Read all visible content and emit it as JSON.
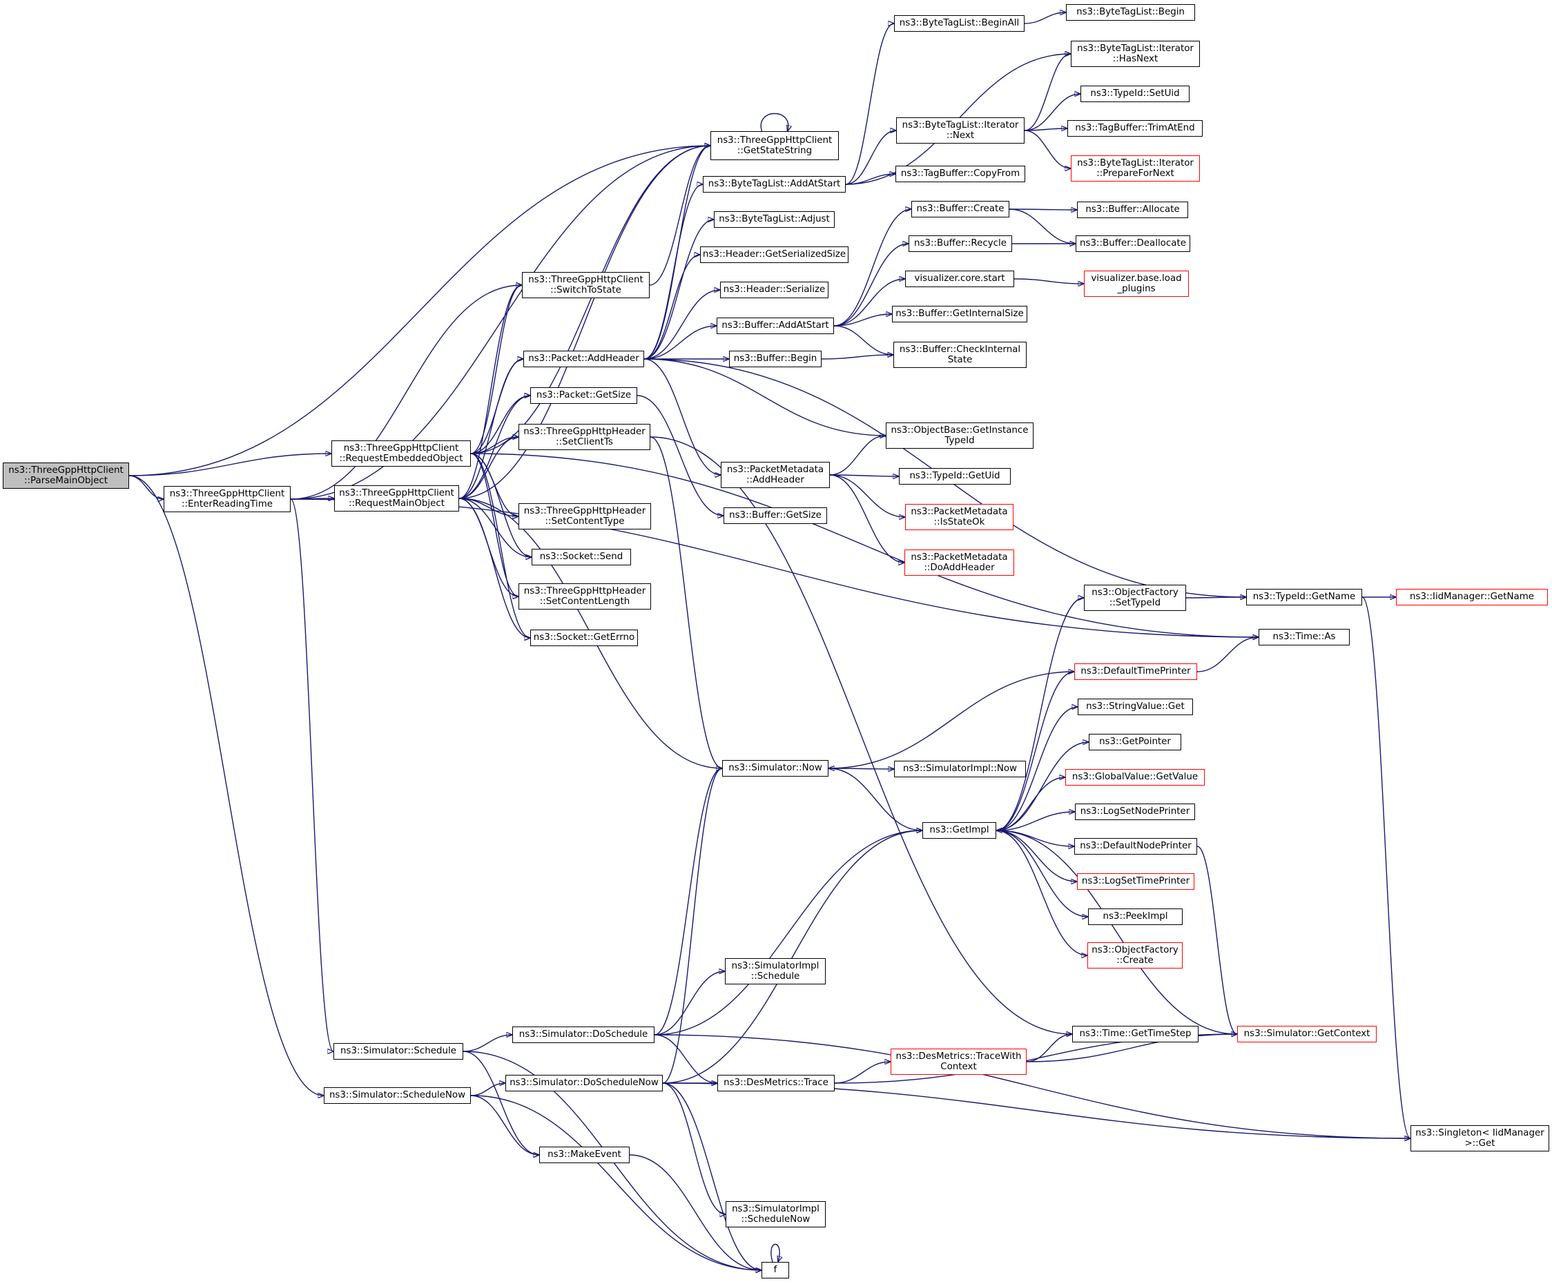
{
  "graph": {
    "edge_color": "#191970",
    "node_border_default": "#000000",
    "node_border_truncated": "#ff0000",
    "root_fill": "#bfbfbf",
    "nodes": [
      {
        "id": "n0",
        "lines": [
          "ns3::ThreeGppHttpClient",
          "::ParseMainObject"
        ],
        "root": true
      },
      {
        "id": "n1",
        "lines": [
          "ns3::ThreeGppHttpClient",
          "::GetStateString"
        ]
      },
      {
        "id": "n2",
        "lines": [
          "ns3::ThreeGppHttpClient",
          "::RequestEmbeddedObject"
        ]
      },
      {
        "id": "n3",
        "lines": [
          "ns3::ThreeGppHttpClient",
          "::EnterReadingTime"
        ]
      },
      {
        "id": "n4",
        "lines": [
          "ns3::ThreeGppHttpClient",
          "::RequestMainObject"
        ]
      },
      {
        "id": "n5",
        "lines": [
          "ns3::ThreeGppHttpClient",
          "::SwitchToState"
        ]
      },
      {
        "id": "n6",
        "lines": [
          "ns3::Packet::AddHeader"
        ]
      },
      {
        "id": "n7",
        "lines": [
          "ns3::Packet::GetSize"
        ]
      },
      {
        "id": "n8",
        "lines": [
          "ns3::ThreeGppHttpHeader",
          "::SetClientTs"
        ]
      },
      {
        "id": "n9",
        "lines": [
          "ns3::ThreeGppHttpHeader",
          "::SetContentType"
        ]
      },
      {
        "id": "n10",
        "lines": [
          "ns3::Socket::Send"
        ]
      },
      {
        "id": "n11",
        "lines": [
          "ns3::ThreeGppHttpHeader",
          "::SetContentLength"
        ]
      },
      {
        "id": "n12",
        "lines": [
          "ns3::Socket::GetErrno"
        ]
      },
      {
        "id": "n13",
        "lines": [
          "ns3::ByteTagList::AddAtStart"
        ]
      },
      {
        "id": "n14",
        "lines": [
          "ns3::ByteTagList::Adjust"
        ]
      },
      {
        "id": "n15",
        "lines": [
          "ns3::Header::GetSerializedSize"
        ]
      },
      {
        "id": "n16",
        "lines": [
          "ns3::Header::Serialize"
        ]
      },
      {
        "id": "n17",
        "lines": [
          "ns3::Buffer::AddAtStart"
        ]
      },
      {
        "id": "n18",
        "lines": [
          "ns3::Buffer::Begin"
        ]
      },
      {
        "id": "n19",
        "lines": [
          "ns3::PacketMetadata",
          "::AddHeader"
        ]
      },
      {
        "id": "n20",
        "lines": [
          "ns3::Buffer::GetSize"
        ]
      },
      {
        "id": "n21",
        "lines": [
          "ns3::ByteTagList::BeginAll"
        ]
      },
      {
        "id": "n22",
        "lines": [
          "ns3::ByteTagList::Begin"
        ]
      },
      {
        "id": "n23",
        "lines": [
          "ns3::ByteTagList::Iterator",
          "::HasNext"
        ]
      },
      {
        "id": "n24",
        "lines": [
          "ns3::ByteTagList::Iterator",
          "::Next"
        ]
      },
      {
        "id": "n25",
        "lines": [
          "ns3::TypeId::SetUid"
        ]
      },
      {
        "id": "n26",
        "lines": [
          "ns3::TagBuffer::TrimAtEnd"
        ]
      },
      {
        "id": "n27",
        "lines": [
          "ns3::ByteTagList::Iterator",
          "::PrepareForNext"
        ],
        "red": true
      },
      {
        "id": "n28",
        "lines": [
          "ns3::TagBuffer::CopyFrom"
        ]
      },
      {
        "id": "n29",
        "lines": [
          "ns3::Buffer::Create"
        ]
      },
      {
        "id": "n30",
        "lines": [
          "ns3::Buffer::Allocate"
        ]
      },
      {
        "id": "n31",
        "lines": [
          "ns3::Buffer::Deallocate"
        ]
      },
      {
        "id": "n32",
        "lines": [
          "ns3::Buffer::Recycle"
        ]
      },
      {
        "id": "n33",
        "lines": [
          "visualizer.core.start"
        ]
      },
      {
        "id": "n34",
        "lines": [
          "visualizer.base.load",
          "_plugins"
        ],
        "red": true
      },
      {
        "id": "n35",
        "lines": [
          "ns3::Buffer::GetInternalSize"
        ]
      },
      {
        "id": "n36",
        "lines": [
          "ns3::Buffer::CheckInternal",
          "State"
        ]
      },
      {
        "id": "n37",
        "lines": [
          "ns3::ObjectBase::GetInstance",
          "TypeId"
        ]
      },
      {
        "id": "n38",
        "lines": [
          "ns3::TypeId::GetUid"
        ]
      },
      {
        "id": "n39",
        "lines": [
          "ns3::PacketMetadata",
          "::IsStateOk"
        ],
        "red": true
      },
      {
        "id": "n40",
        "lines": [
          "ns3::PacketMetadata",
          "::DoAddHeader"
        ],
        "red": true
      },
      {
        "id": "n41",
        "lines": [
          "ns3::ObjectFactory",
          "::SetTypeId"
        ]
      },
      {
        "id": "n42",
        "lines": [
          "ns3::TypeId::GetName"
        ]
      },
      {
        "id": "n43",
        "lines": [
          "ns3::IidManager::GetName"
        ],
        "red": true
      },
      {
        "id": "n44",
        "lines": [
          "ns3::Time::As"
        ]
      },
      {
        "id": "n45",
        "lines": [
          "ns3::DefaultTimePrinter"
        ],
        "red": true
      },
      {
        "id": "n46",
        "lines": [
          "ns3::StringValue::Get"
        ]
      },
      {
        "id": "n47",
        "lines": [
          "ns3::GetPointer"
        ]
      },
      {
        "id": "n48",
        "lines": [
          "ns3::GlobalValue::GetValue"
        ],
        "red": true
      },
      {
        "id": "n49",
        "lines": [
          "ns3::LogSetNodePrinter"
        ]
      },
      {
        "id": "n50",
        "lines": [
          "ns3::DefaultNodePrinter"
        ]
      },
      {
        "id": "n51",
        "lines": [
          "ns3::LogSetTimePrinter"
        ],
        "red": true
      },
      {
        "id": "n52",
        "lines": [
          "ns3::PeekImpl"
        ]
      },
      {
        "id": "n53",
        "lines": [
          "ns3::ObjectFactory",
          "::Create"
        ],
        "red": true
      },
      {
        "id": "n54",
        "lines": [
          "ns3::Simulator::Now"
        ]
      },
      {
        "id": "n55",
        "lines": [
          "ns3::SimulatorImpl::Now"
        ]
      },
      {
        "id": "n56",
        "lines": [
          "ns3::GetImpl"
        ]
      },
      {
        "id": "n57",
        "lines": [
          "ns3::SimulatorImpl",
          "::Schedule"
        ]
      },
      {
        "id": "n58",
        "lines": [
          "ns3::Simulator::DoSchedule"
        ]
      },
      {
        "id": "n59",
        "lines": [
          "ns3::Simulator::Schedule"
        ]
      },
      {
        "id": "n60",
        "lines": [
          "ns3::Simulator::ScheduleNow"
        ]
      },
      {
        "id": "n61",
        "lines": [
          "ns3::Simulator::DoScheduleNow"
        ]
      },
      {
        "id": "n62",
        "lines": [
          "ns3::DesMetrics::Trace"
        ]
      },
      {
        "id": "n63",
        "lines": [
          "ns3::DesMetrics::TraceWith",
          "Context"
        ],
        "red": true
      },
      {
        "id": "n64",
        "lines": [
          "ns3::Time::GetTimeStep"
        ]
      },
      {
        "id": "n65",
        "lines": [
          "ns3::Simulator::GetContext"
        ],
        "red": true
      },
      {
        "id": "n66",
        "lines": [
          "ns3::Singleton< IidManager",
          ">::Get"
        ]
      },
      {
        "id": "n67",
        "lines": [
          "ns3::MakeEvent"
        ]
      },
      {
        "id": "n68",
        "lines": [
          "ns3::SimulatorImpl",
          "::ScheduleNow"
        ]
      },
      {
        "id": "n69",
        "lines": [
          "f"
        ]
      }
    ],
    "edges": [
      [
        "n0",
        "n1"
      ],
      [
        "n0",
        "n2"
      ],
      [
        "n0",
        "n3"
      ],
      [
        "n0",
        "n60"
      ],
      [
        "n3",
        "n1"
      ],
      [
        "n3",
        "n5"
      ],
      [
        "n3",
        "n4"
      ],
      [
        "n3",
        "n44"
      ],
      [
        "n3",
        "n59"
      ],
      [
        "n2",
        "n1"
      ],
      [
        "n2",
        "n5"
      ],
      [
        "n2",
        "n6"
      ],
      [
        "n2",
        "n7"
      ],
      [
        "n2",
        "n8"
      ],
      [
        "n2",
        "n9"
      ],
      [
        "n2",
        "n10"
      ],
      [
        "n2",
        "n11"
      ],
      [
        "n2",
        "n12"
      ],
      [
        "n2",
        "n44"
      ],
      [
        "n4",
        "n1"
      ],
      [
        "n4",
        "n5"
      ],
      [
        "n4",
        "n6"
      ],
      [
        "n4",
        "n7"
      ],
      [
        "n4",
        "n8"
      ],
      [
        "n4",
        "n9"
      ],
      [
        "n4",
        "n10"
      ],
      [
        "n4",
        "n11"
      ],
      [
        "n4",
        "n12"
      ],
      [
        "n4",
        "n54"
      ],
      [
        "n5",
        "n1"
      ],
      [
        "n1",
        "n1"
      ],
      [
        "n6",
        "n1"
      ],
      [
        "n6",
        "n13"
      ],
      [
        "n6",
        "n14"
      ],
      [
        "n6",
        "n15"
      ],
      [
        "n6",
        "n16"
      ],
      [
        "n6",
        "n17"
      ],
      [
        "n6",
        "n18"
      ],
      [
        "n6",
        "n19"
      ],
      [
        "n6",
        "n37"
      ],
      [
        "n6",
        "n42"
      ],
      [
        "n7",
        "n20"
      ],
      [
        "n8",
        "n54"
      ],
      [
        "n8",
        "n64"
      ],
      [
        "n13",
        "n21"
      ],
      [
        "n13",
        "n23"
      ],
      [
        "n13",
        "n24"
      ],
      [
        "n13",
        "n28"
      ],
      [
        "n21",
        "n22"
      ],
      [
        "n24",
        "n23"
      ],
      [
        "n24",
        "n25"
      ],
      [
        "n24",
        "n26"
      ],
      [
        "n24",
        "n27"
      ],
      [
        "n17",
        "n29"
      ],
      [
        "n17",
        "n32"
      ],
      [
        "n17",
        "n33"
      ],
      [
        "n17",
        "n35"
      ],
      [
        "n17",
        "n36"
      ],
      [
        "n29",
        "n30"
      ],
      [
        "n29",
        "n31"
      ],
      [
        "n32",
        "n31"
      ],
      [
        "n33",
        "n34"
      ],
      [
        "n18",
        "n36"
      ],
      [
        "n19",
        "n37"
      ],
      [
        "n19",
        "n38"
      ],
      [
        "n19",
        "n39"
      ],
      [
        "n19",
        "n40"
      ],
      [
        "n41",
        "n42"
      ],
      [
        "n42",
        "n43"
      ],
      [
        "n42",
        "n66"
      ],
      [
        "n45",
        "n44"
      ],
      [
        "n45",
        "n54"
      ],
      [
        "n54",
        "n55"
      ],
      [
        "n54",
        "n56"
      ],
      [
        "n56",
        "n41"
      ],
      [
        "n56",
        "n45"
      ],
      [
        "n56",
        "n46"
      ],
      [
        "n56",
        "n47"
      ],
      [
        "n56",
        "n48"
      ],
      [
        "n56",
        "n49"
      ],
      [
        "n56",
        "n50"
      ],
      [
        "n56",
        "n51"
      ],
      [
        "n56",
        "n52"
      ],
      [
        "n56",
        "n53"
      ],
      [
        "n50",
        "n65"
      ],
      [
        "n65",
        "n56"
      ],
      [
        "n59",
        "n58"
      ],
      [
        "n59",
        "n67"
      ],
      [
        "n59",
        "n69"
      ],
      [
        "n60",
        "n61"
      ],
      [
        "n60",
        "n67"
      ],
      [
        "n60",
        "n69"
      ],
      [
        "n58",
        "n54"
      ],
      [
        "n58",
        "n56"
      ],
      [
        "n58",
        "n57"
      ],
      [
        "n58",
        "n62"
      ],
      [
        "n58",
        "n66"
      ],
      [
        "n61",
        "n54"
      ],
      [
        "n61",
        "n56"
      ],
      [
        "n61",
        "n62"
      ],
      [
        "n61",
        "n66"
      ],
      [
        "n61",
        "n68"
      ],
      [
        "n61",
        "n69"
      ],
      [
        "n62",
        "n63"
      ],
      [
        "n62",
        "n65"
      ],
      [
        "n63",
        "n64"
      ],
      [
        "n63",
        "n65"
      ],
      [
        "n67",
        "n69"
      ],
      [
        "n69",
        "n69"
      ]
    ]
  }
}
